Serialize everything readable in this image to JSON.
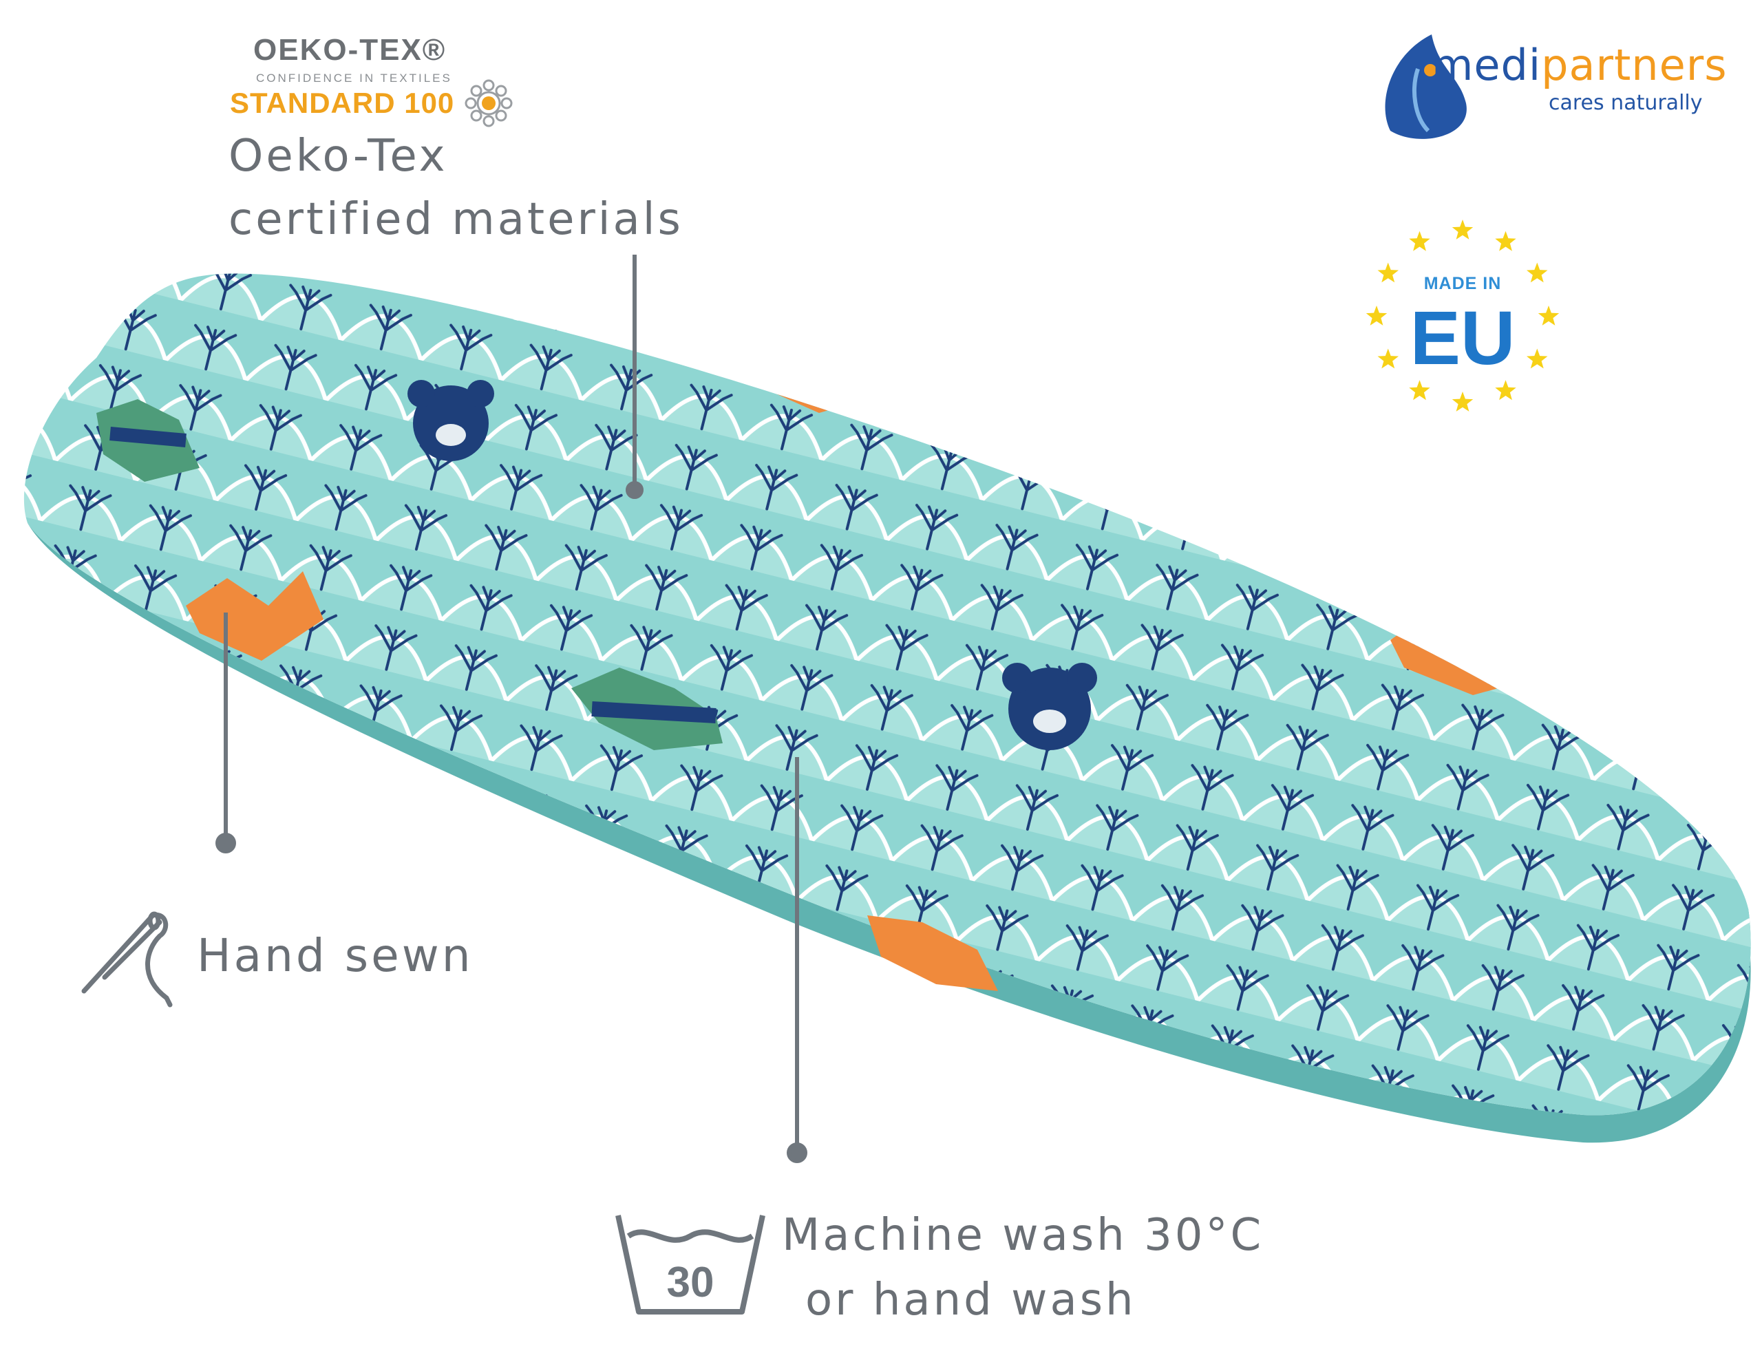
{
  "certification": {
    "brand": "OEKO-TEX®",
    "tagline": "CONFIDENCE IN TEXTILES",
    "standard": "STANDARD 100",
    "title_line1": "Oeko-Tex",
    "title_line2": "certified materials"
  },
  "brand": {
    "name_part1": "medi",
    "name_part2": "partners",
    "tagline": "cares naturally",
    "colors": {
      "primary": "#2455a5",
      "accent": "#f39b1f"
    }
  },
  "origin_badge": {
    "top_text": "MADE IN",
    "main_text": "EU",
    "star_color": "#f7d117",
    "text_color": "#1f77c9"
  },
  "features": {
    "hand_sewn": "Hand sewn",
    "wash_temperature": "30",
    "wash_line1": "Machine wash 30°C",
    "wash_line2": "or hand wash"
  },
  "product": {
    "pattern_colors": {
      "teal": "#8fd6d2",
      "navy": "#1e3f7a",
      "fox": "#f08a3c",
      "raccoon": "#4e9c7a"
    }
  }
}
